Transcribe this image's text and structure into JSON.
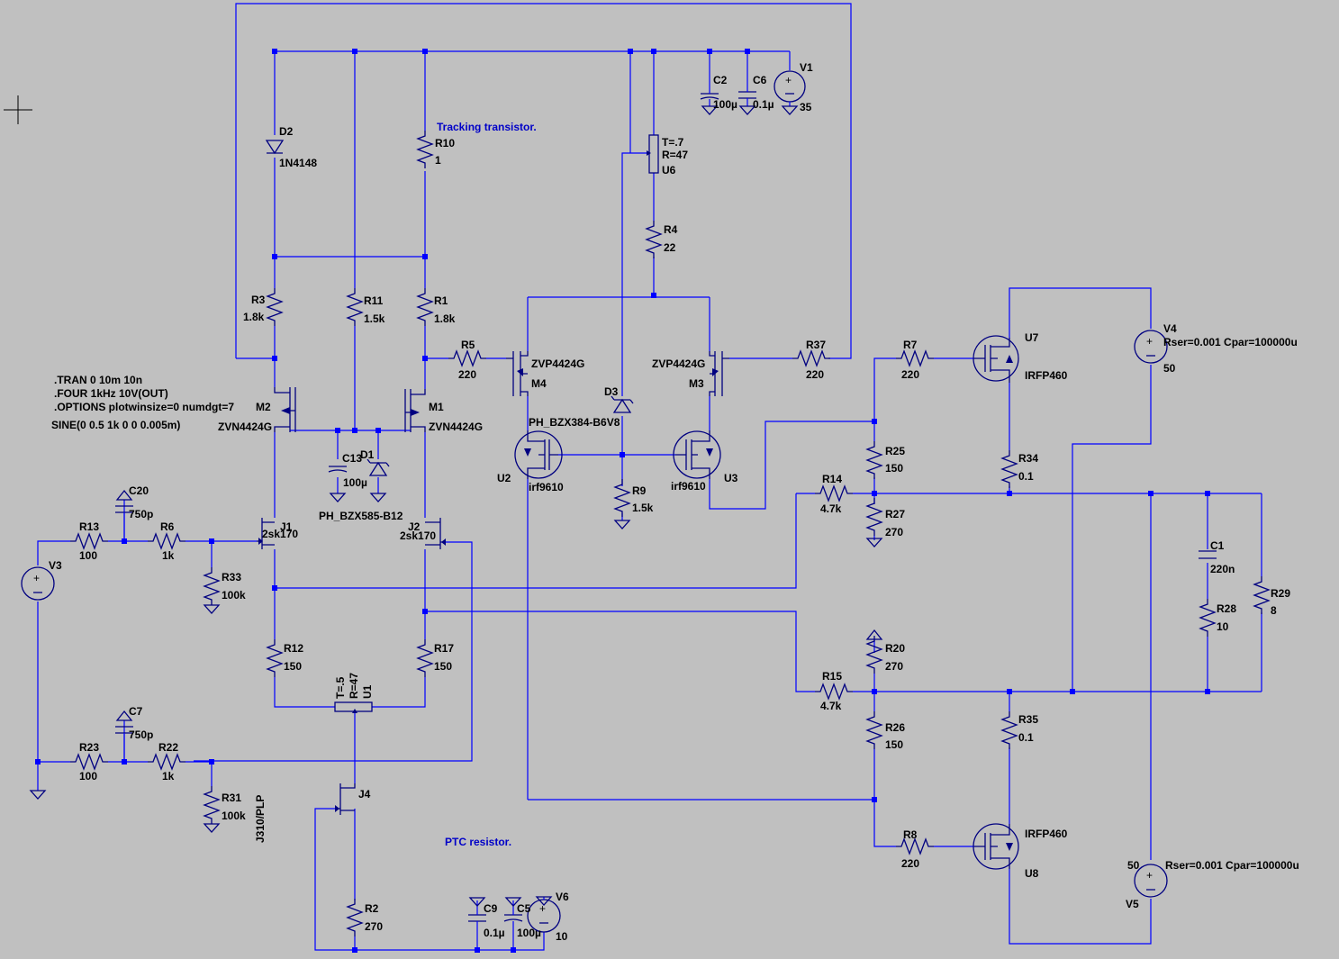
{
  "directives": [
    ".TRAN 0 10m 10n",
    ".FOUR 1kHz 10V(OUT)",
    ".OPTIONS plotwinsize=0 numdgt=7",
    "SINE(0 0.5 1k 0 0 0.005m)"
  ],
  "notes": {
    "tracking": "Tracking transistor.",
    "ptc": "PTC resistor."
  },
  "components": {
    "D2": {
      "name": "D2",
      "value": "1N4148"
    },
    "R10": {
      "name": "R10",
      "value": "1"
    },
    "C2": {
      "name": "C2",
      "value": "100µ"
    },
    "C6": {
      "name": "C6",
      "value": "0.1µ"
    },
    "V1": {
      "name": "V1",
      "value": "35"
    },
    "U6": {
      "name": "U6",
      "t": "T=.7",
      "r": "R=47"
    },
    "R4": {
      "name": "R4",
      "value": "22"
    },
    "R3": {
      "name": "R3",
      "value": "1.8k"
    },
    "R11": {
      "name": "R11",
      "value": "1.5k"
    },
    "R1": {
      "name": "R1",
      "value": "1.8k"
    },
    "R5": {
      "name": "R5",
      "value": "220"
    },
    "M4": {
      "name": "M4",
      "value": "ZVP4424G"
    },
    "M3": {
      "name": "M3",
      "value": "ZVP4424G"
    },
    "R37": {
      "name": "R37",
      "value": "220"
    },
    "D3": {
      "name": "D3",
      "value": "PH_BZX384-B6V8"
    },
    "M2": {
      "name": "M2",
      "value": "ZVN4424G"
    },
    "M1": {
      "name": "M1",
      "value": "ZVN4424G"
    },
    "C13": {
      "name": "C13",
      "value": "100µ"
    },
    "D1": {
      "name": "D1",
      "value": "PH_BZX585-B12"
    },
    "U2": {
      "name": "U2",
      "value": "irf9610"
    },
    "U3": {
      "name": "U3",
      "value": "irf9610"
    },
    "R9": {
      "name": "R9",
      "value": "1.5k"
    },
    "R7": {
      "name": "R7",
      "value": "220"
    },
    "U7": {
      "name": "U7",
      "value": "IRFP460"
    },
    "V4": {
      "name": "V4",
      "value": "50",
      "params": "Rser=0.001 Cpar=100000u"
    },
    "R25": {
      "name": "R25",
      "value": "150"
    },
    "R34": {
      "name": "R34",
      "value": "0.1"
    },
    "R14": {
      "name": "R14",
      "value": "4.7k"
    },
    "R27": {
      "name": "R27",
      "value": "270"
    },
    "C20": {
      "name": "C20",
      "value": "750p"
    },
    "R13": {
      "name": "R13",
      "value": "100"
    },
    "R6": {
      "name": "R6",
      "value": "1k"
    },
    "J1": {
      "name": "J1",
      "value": "2sk170"
    },
    "J2": {
      "name": "J2",
      "value": "2sk170"
    },
    "V3": {
      "name": "V3"
    },
    "R33": {
      "name": "R33",
      "value": "100k"
    },
    "C1": {
      "name": "C1",
      "value": "220n"
    },
    "R28": {
      "name": "R28",
      "value": "10"
    },
    "R29": {
      "name": "R29",
      "value": "8"
    },
    "R12": {
      "name": "R12",
      "value": "150"
    },
    "R17": {
      "name": "R17",
      "value": "150"
    },
    "U1": {
      "name": "U1",
      "t": "T=.5",
      "r": "R=47"
    },
    "R20": {
      "name": "R20",
      "value": "270"
    },
    "R15": {
      "name": "R15",
      "value": "4.7k"
    },
    "C7": {
      "name": "C7",
      "value": "750p"
    },
    "R23": {
      "name": "R23",
      "value": "100"
    },
    "R22": {
      "name": "R22",
      "value": "1k"
    },
    "R31": {
      "name": "R31",
      "value": "100k"
    },
    "R35": {
      "name": "R35",
      "value": "0.1"
    },
    "R26": {
      "name": "R26",
      "value": "150"
    },
    "J4": {
      "name": "J4",
      "value": "J310/PLP"
    },
    "R8": {
      "name": "R8",
      "value": "220"
    },
    "U8": {
      "name": "U8",
      "value": "IRFP460"
    },
    "V5": {
      "name": "V5",
      "value": "50",
      "params": "Rser=0.001 Cpar=100000u"
    },
    "R2": {
      "name": "R2",
      "value": "270"
    },
    "C9": {
      "name": "C9",
      "value": "0.1µ"
    },
    "C5": {
      "name": "C5",
      "value": "100µ"
    },
    "V6": {
      "name": "V6",
      "value": "10"
    }
  },
  "colors": {
    "wire": "#0000ff",
    "component": "#000080",
    "background": "#c0c0c0",
    "note": "#0000c8"
  }
}
